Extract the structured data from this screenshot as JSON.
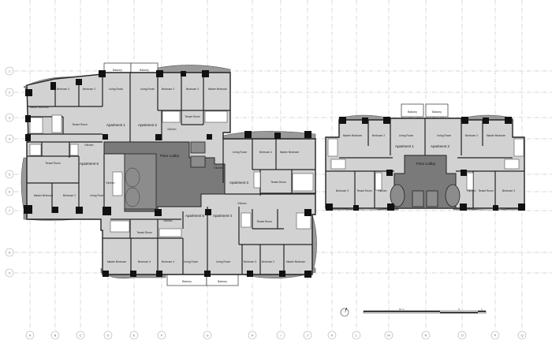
{
  "grid": {
    "rows": [
      "1",
      "2",
      "3",
      "4",
      "5",
      "6",
      "7",
      "8",
      "9"
    ],
    "columns": [
      "A",
      "B",
      "C",
      "D",
      "E",
      "F",
      "G",
      "H",
      "I",
      "J",
      "K",
      "L",
      "M",
      "N",
      "O",
      "P",
      "Q"
    ]
  },
  "left_building": {
    "lobby": "Floor Lobby",
    "apartments": [
      "Apartment 1",
      "Apartment 2",
      "Apartment 6",
      "Apartment 3",
      "Apartment 5",
      "Apartment 4"
    ],
    "rooms": [
      "Balcony",
      "Balcony",
      "Bedroom 3",
      "Bedroom 2",
      "Living Room",
      "Living Room",
      "Bedroom 2",
      "Bedroom 3",
      "Master Bedroom",
      "Master Bedroom",
      "Tenant Room",
      "Tenant Room",
      "Kitchen",
      "Kitchen",
      "Tenant Room",
      "Kitchen",
      "Master Bedroom",
      "Bedroom 2",
      "Living Room",
      "Living Room",
      "Bedroom 4",
      "Master Bedroom",
      "Kitchen",
      "Tenant Room",
      "Kitchen",
      "Tenant Room",
      "Kitchen",
      "Tenant Room",
      "Master Bedroom",
      "Bedroom 3",
      "Bedroom 4",
      "Living Room",
      "Living Room",
      "Bedroom 3",
      "Bedroom 2",
      "Master Bedroom",
      "Balcony",
      "Balcony"
    ]
  },
  "right_building": {
    "lobby": "Floor Lobby",
    "apartments": [
      "Apartment 1",
      "Apartment 2"
    ],
    "rooms": [
      "Balcony",
      "Balcony",
      "Master Bedroom",
      "Bedroom 2",
      "Living Room",
      "Living Room",
      "Bedroom 2",
      "Master Bedroom",
      "Bedroom 3",
      "Tenant Room",
      "Kitchen",
      "Kitchen",
      "Tenant Room",
      "Bedroom 3"
    ]
  },
  "scale_bar": {
    "labels": [
      "10 m",
      "5",
      "1"
    ]
  },
  "north_arrow": "north-arrow-icon"
}
